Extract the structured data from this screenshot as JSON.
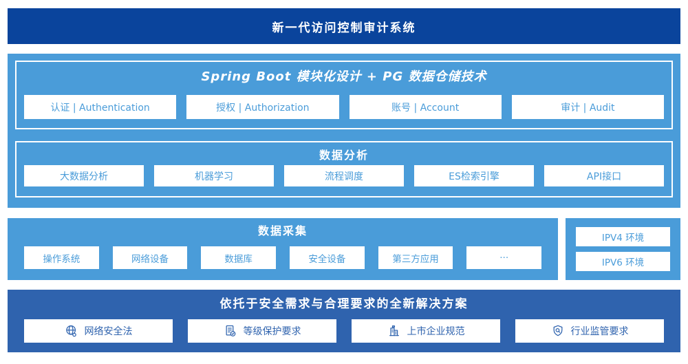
{
  "colors": {
    "banner_navy": "#0a449c",
    "section_sky": "#4a9cd9",
    "section_royal": "#2f63ae",
    "box_white": "#ffffff"
  },
  "banner": {
    "title": "新一代访问控制审计系统"
  },
  "architecture": {
    "framework": {
      "title": "Spring Boot 模块化设计 + PG 数据仓储技术",
      "modules": [
        "认证 | Authentication",
        "授权 | Authorization",
        "账号 | Account",
        "审计 | Audit"
      ]
    },
    "analysis": {
      "title": "数据分析",
      "modules": [
        "大数据分析",
        "机器学习",
        "流程调度",
        "ES检索引擎",
        "API接口"
      ]
    }
  },
  "collection": {
    "title": "数据采集",
    "sources": [
      "操作系统",
      "网络设备",
      "数据库",
      "安全设备",
      "第三方应用",
      "···"
    ]
  },
  "environments": {
    "items": [
      "IPV4 环境",
      "IPV6 环境"
    ]
  },
  "solution": {
    "title": "依托于安全需求与合理要求的全新解决方案",
    "items": [
      {
        "icon": "globe-icon",
        "label": "网络安全法"
      },
      {
        "icon": "document-check-icon",
        "label": "等级保护要求"
      },
      {
        "icon": "building-icon",
        "label": "上市企业规范"
      },
      {
        "icon": "shield-search-icon",
        "label": "行业监管要求"
      }
    ]
  }
}
